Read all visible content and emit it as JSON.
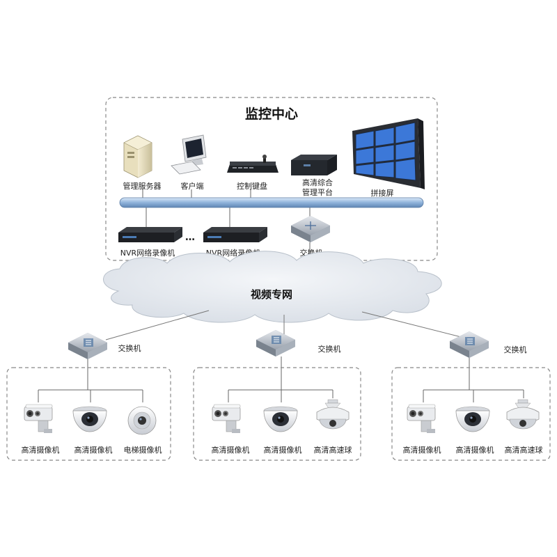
{
  "center": {
    "title": "监控中心",
    "devices": {
      "server": "管理服务器",
      "client": "客户端",
      "keyboard": "控制键盘",
      "platform_line1": "高清综合",
      "platform_line2": "管理平台",
      "videowall": "拼接屏"
    },
    "nvr_left": "NVR网络录像机",
    "nvr_right": "NVR网络录像机",
    "ellipsis": "…",
    "core_switch": "交换机"
  },
  "network": {
    "label": "视频专网"
  },
  "sites": [
    {
      "switch": "交换机",
      "cameras": [
        "高清摄像机",
        "高清摄像机",
        "电梯摄像机"
      ]
    },
    {
      "switch": "交换机",
      "cameras": [
        "高清摄像机",
        "高清摄像机",
        "高清高速球"
      ]
    },
    {
      "switch": "交换机",
      "cameras": [
        "高清摄像机",
        "高清摄像机",
        "高清高速球"
      ]
    }
  ]
}
